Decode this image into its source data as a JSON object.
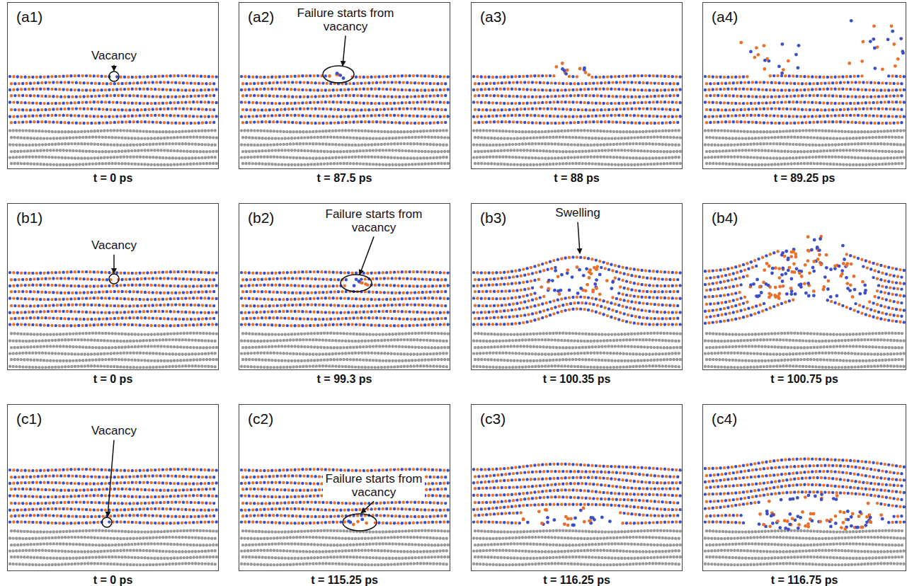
{
  "diagram": {
    "nodes": [
      {
        "text": [
          "(a1)",
          "Vacancy",
          "t = 0 ps"
        ]
      },
      {
        "text": [
          "(a2)",
          "Failure starts from vacancy",
          "t = 87.5 ps"
        ]
      },
      {
        "text": [
          "(a3)",
          "t = 88 ps"
        ]
      },
      {
        "text": [
          "(a4)",
          "t = 89.25 ps"
        ]
      },
      {
        "text": [
          "(b1)",
          "Vacancy",
          "t = 0 ps"
        ]
      },
      {
        "text": [
          "(b2)",
          "Failure starts from vacancy",
          "t = 99.3 ps"
        ]
      },
      {
        "text": [
          "(b3)",
          "Swelling",
          "t = 100.35 ps"
        ]
      },
      {
        "text": [
          "(b4)",
          "t = 100.75 ps"
        ]
      },
      {
        "text": [
          "(c1)",
          "Vacancy",
          "t = 0 ps"
        ]
      },
      {
        "text": [
          "(c2)",
          "Failure starts from vacancy",
          "t = 115.25 ps"
        ]
      },
      {
        "text": [
          "(c3)",
          "t = 116.25 ps"
        ]
      },
      {
        "text": [
          "(c4)",
          "t = 116.75 ps"
        ]
      }
    ]
  }
}
